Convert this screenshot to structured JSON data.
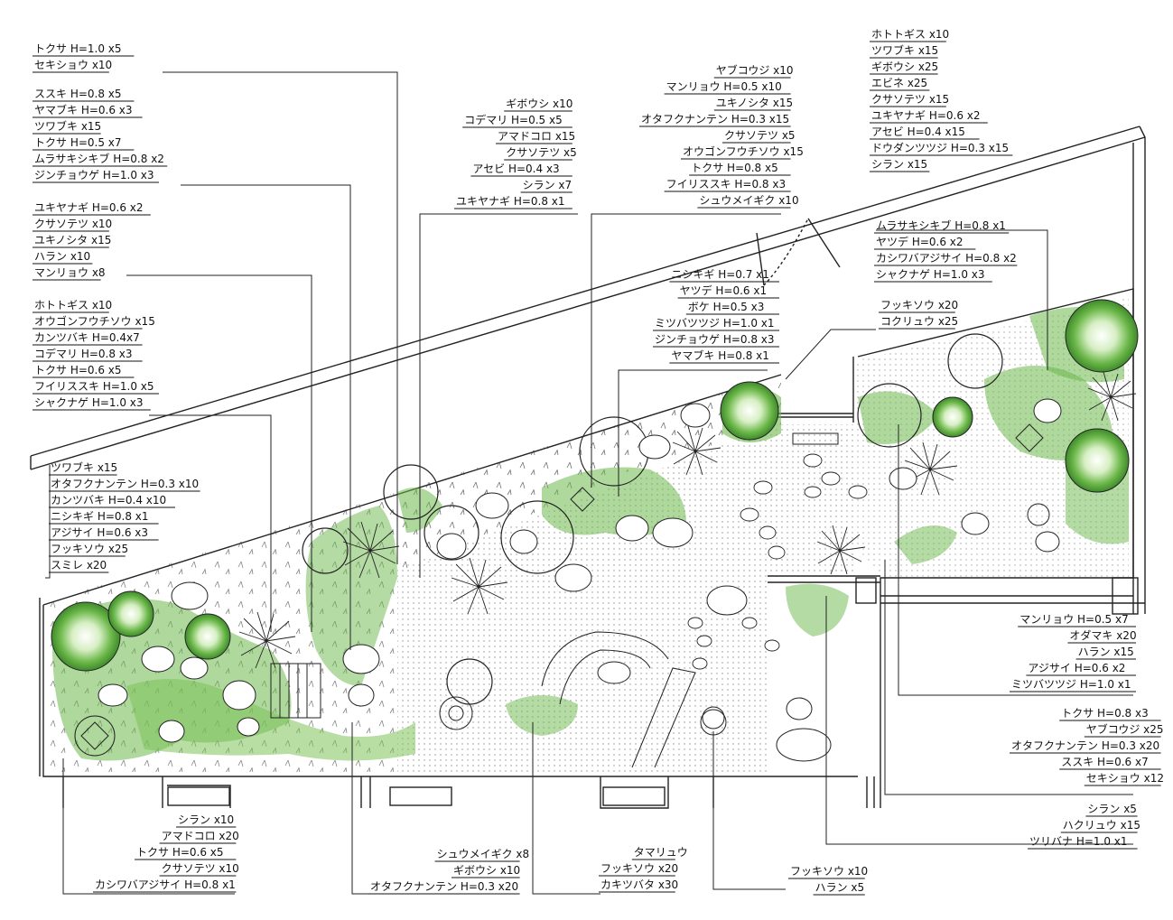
{
  "groups": [
    {
      "id": "g1",
      "items": [
        "トクサ H=1.0 x5",
        "セキショウ x10"
      ]
    },
    {
      "id": "g2",
      "items": [
        "ススキ H=0.8 x5",
        "ヤマブキ H=0.6 x3",
        "ツワブキ x15",
        "トクサ H=0.5 x7",
        "ムラサキシキブ H=0.8 x2",
        "ジンチョウゲ H=1.0 x3"
      ]
    },
    {
      "id": "g3",
      "items": [
        "ユキヤナギ H=0.6 x2",
        "クサソテツ x10",
        "ユキノシタ x15",
        "ハラン x10",
        "マンリョウ x8"
      ]
    },
    {
      "id": "g4",
      "items": [
        "ホトトギス x10",
        "オウゴンフウチソウ x15",
        "カンツバキ H=0.4x7",
        "コデマリ H=0.8 x3",
        "トクサ H=0.6 x5",
        "フイリススキ H=1.0 x5",
        "シャクナゲ H=1.0 x3"
      ]
    },
    {
      "id": "g5",
      "items": [
        "ツワブキ x15",
        "オタフクナンテン H=0.3 x10",
        "カンツバキ H=0.4 x10",
        "ニシキギ H=0.8 x1",
        "アジサイ H=0.6 x3",
        "フッキソウ x25",
        "スミレ x20"
      ]
    },
    {
      "id": "g6",
      "items": [
        "ギボウシ x10",
        "コデマリ H=0.5 x5",
        "アマドコロ x15",
        "クサソテツ x5",
        "アセビ H=0.4 x3",
        "シラン x7",
        "ユキヤナギ H=0.8 x1"
      ]
    },
    {
      "id": "g7",
      "items": [
        "ヤブコウジ x10",
        "マンリョウ H=0.5 x10",
        "ユキノシタ x15",
        "オタフクナンテン H=0.3 x15",
        "クサソテツ x5",
        "オウゴンフウチソウ x15",
        "トクサ H=0.8 x5",
        "フイリススキ H=0.8 x3",
        "シュウメイギク x10"
      ]
    },
    {
      "id": "g8",
      "items": [
        "ホトトギス x10",
        "ツワブキ x15",
        "ギボウシ x25",
        "エビネ x25",
        "クサソテツ x15",
        "ユキヤナギ H=0.6 x2",
        "アセビ H=0.4 x15",
        "ドウダンツツジ H=0.3 x15",
        "シラン x15"
      ]
    },
    {
      "id": "g9",
      "items": [
        "ムラサキシキブ H=0.8 x1",
        "ヤツデ H=0.6 x2",
        "カシワバアジサイ H=0.8 x2",
        "シャクナゲ H=1.0 x3"
      ]
    },
    {
      "id": "g10",
      "items": [
        "フッキソウ x20",
        "コクリュウ x25"
      ]
    },
    {
      "id": "g11",
      "items": [
        "ニシキギ H=0.7 x1",
        "ヤツデ H=0.6 x1",
        "ボケ H=0.5 x3",
        "ミツバツツジ H=1.0 x1",
        "ジンチョウゲ H=0.8 x3",
        "ヤマブキ H=0.8 x1"
      ]
    },
    {
      "id": "g12",
      "items": [
        "マンリョウ H=0.5 x7",
        "オダマキ x20",
        "ハラン x15",
        "アジサイ H=0.6 x2",
        "ミツバツツジ H=1.0 x1"
      ]
    },
    {
      "id": "g13",
      "items": [
        "トクサ H=0.8 x3",
        "ヤブコウジ x25",
        "オタフクナンテン H=0.3 x20",
        "ススキ H=0.6 x7",
        "セキショウ x12"
      ]
    },
    {
      "id": "g14",
      "items": [
        "シラン x5",
        "ハクリュウ x15",
        "ツリバナ H=1.0 x1"
      ]
    },
    {
      "id": "g15",
      "items": [
        "シラン x10",
        "アマドコロ x20",
        "トクサ H=0.6 x5",
        "クサソテツ x10",
        "カシワバアジサイ H=0.8 x1"
      ]
    },
    {
      "id": "g16",
      "items": [
        "シュウメイギク x8",
        "ギボウシ x10",
        "オタフクナンテン H=0.3 x20"
      ]
    },
    {
      "id": "g17",
      "items": [
        "タマリュウ",
        "フッキソウ x20",
        "カキツバタ x30"
      ]
    },
    {
      "id": "g18",
      "items": [
        "フッキソウ x10",
        "ハラン x5"
      ]
    }
  ],
  "colors": {
    "foliage": "#6cb84a",
    "foliage_light": "#bfe29f",
    "line": "#222222"
  }
}
